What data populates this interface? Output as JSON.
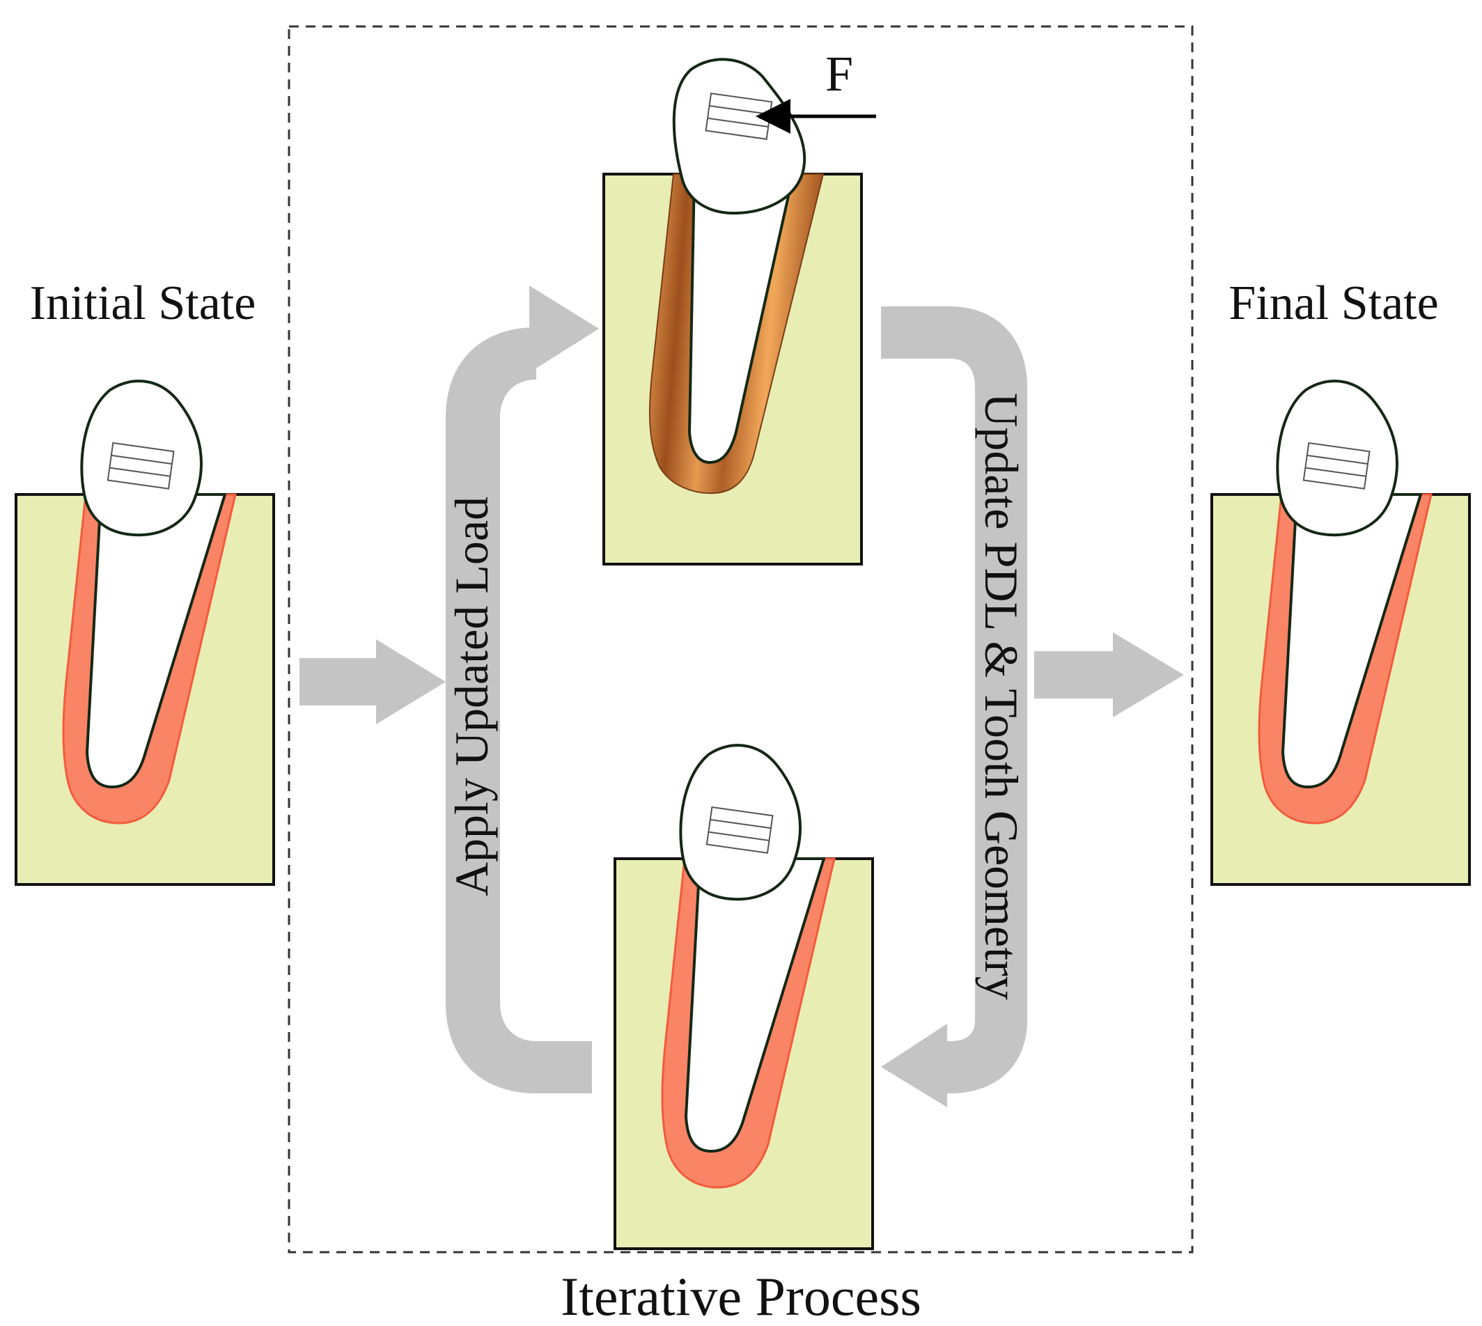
{
  "labels": {
    "initial_state": "Initial State",
    "final_state": "Final State",
    "iterative_process": "Iterative Process",
    "apply_updated_load": "Apply Updated Load",
    "update_pdl_geometry": "Update PDL & Tooth Geometry",
    "force": "F"
  },
  "colors": {
    "bone": "#e8edb4",
    "pdl": "#fa8466",
    "pdl_edge": "#f45a3c",
    "pdl_stressed_dark": "#9c4f1c",
    "pdl_stressed_light": "#f2a85a",
    "tooth": "#ffffff",
    "tooth_outline": "#142814",
    "arrow_gray": "#c4c4c4",
    "frame": "#333333"
  },
  "icons": {
    "bracket": "bracket-icon",
    "force_arrow": "force-arrow-icon",
    "flow_arrow": "flow-arrow-icon"
  }
}
